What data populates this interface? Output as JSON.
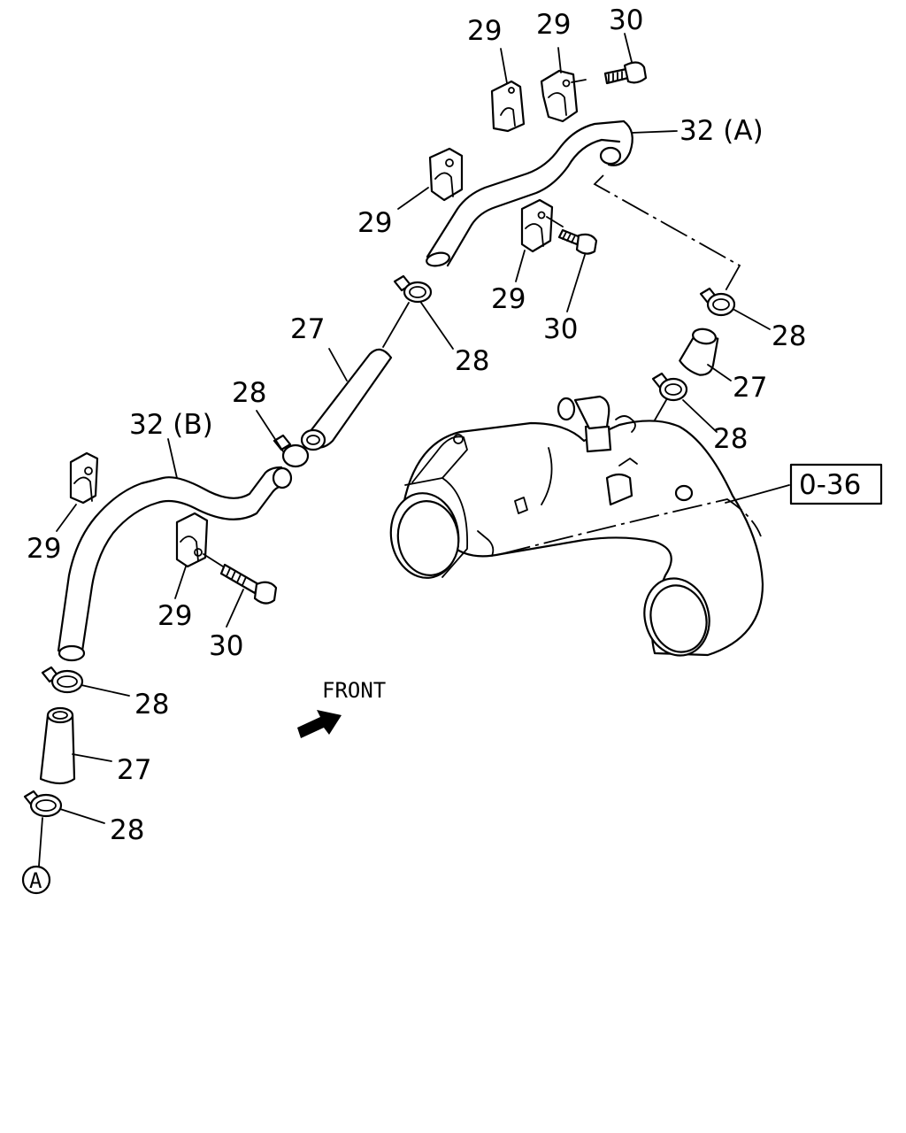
{
  "callouts": {
    "c29_top_left": "29",
    "c29_top_mid": "29",
    "c30_top": "30",
    "c32a": "32 (A)",
    "c29_upper": "29",
    "c29_center": "29",
    "c30_center": "30",
    "c28_upper_right": "28",
    "c27_upper": "27",
    "c28_upper": "28",
    "c27_right": "27",
    "c28_mid_left": "28",
    "c28_right_lower": "28",
    "c32b": "32 (B)",
    "ref_036": "0-36",
    "c29_left": "29",
    "c29_lower": "29",
    "c30_lower": "30",
    "c28_lower_left": "28",
    "front_label": "FRONT",
    "c27_lower": "27",
    "c28_bottom": "28",
    "marker_a": "A"
  },
  "icons": {
    "front_arrow": "arrow-icon"
  }
}
